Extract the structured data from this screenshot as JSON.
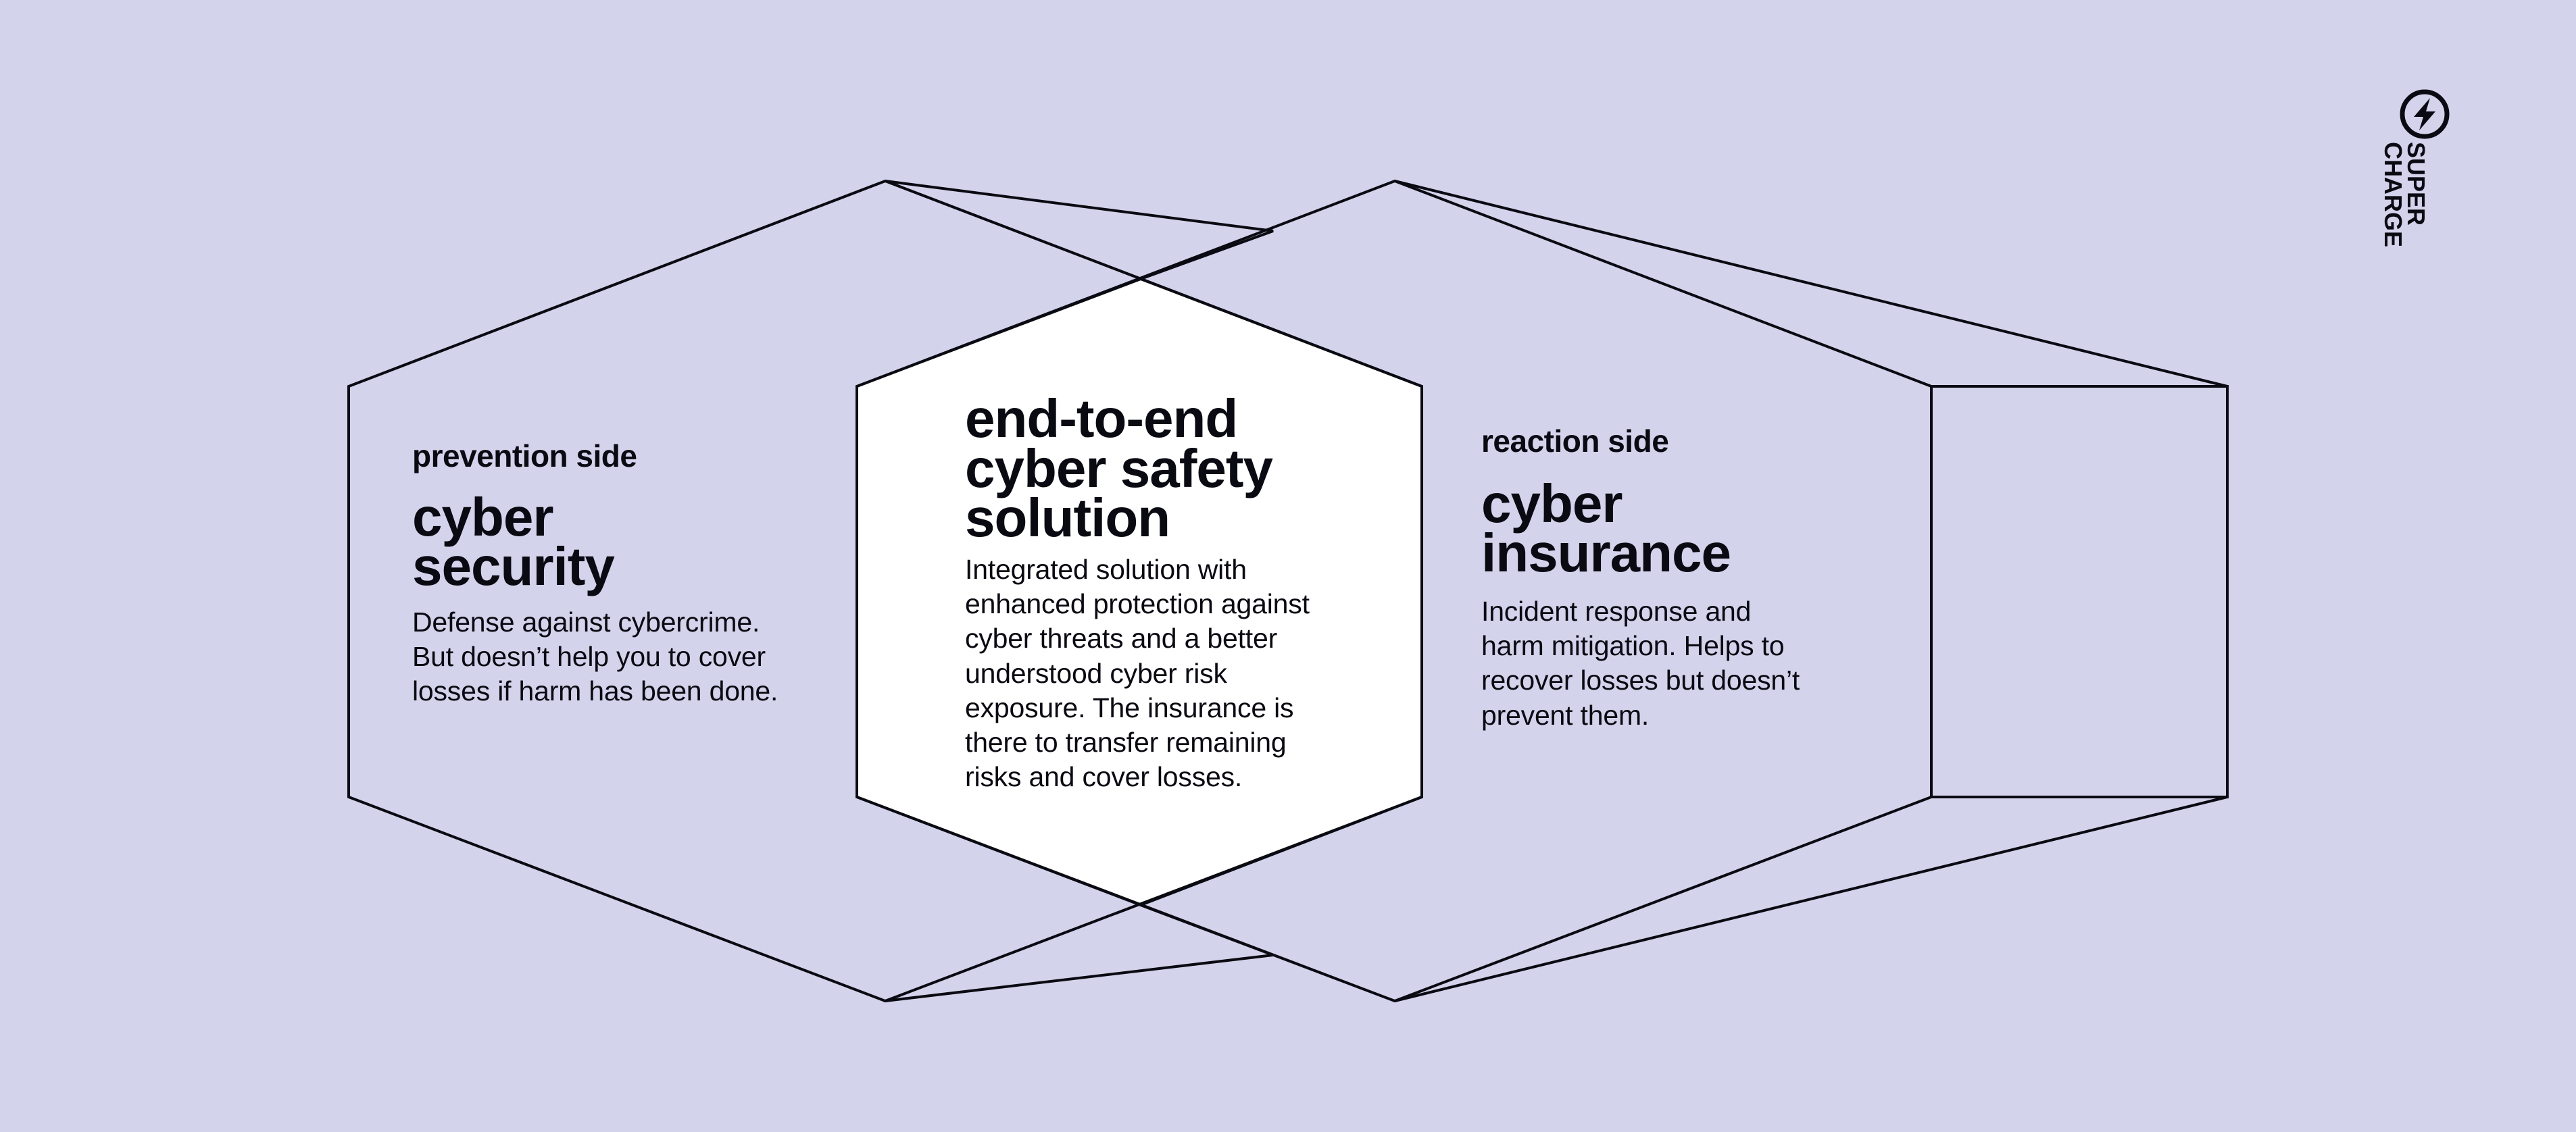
{
  "colors": {
    "background": "#d3d3ec",
    "ink": "#0a0a12",
    "center_fill": "#ffffff"
  },
  "brand": {
    "icon": "lightning-circle-icon",
    "line1": "SUPER",
    "line2": "CHARGE"
  },
  "prevention": {
    "kicker": "prevention side",
    "heading_line1": "cyber",
    "heading_line2": "security",
    "body": [
      "Defense against cybercrime.",
      "But doesn’t help you to cover",
      "losses if harm has been done."
    ]
  },
  "solution": {
    "heading_line1": "end-to-end",
    "heading_line2": "cyber safety",
    "heading_line3": "solution",
    "body": [
      "Integrated solution with",
      "enhanced protection against",
      "cyber threats and a better",
      "understood cyber risk",
      "exposure. The insurance is",
      "there to transfer remaining",
      "risks and cover losses."
    ]
  },
  "reaction": {
    "kicker": "reaction side",
    "heading_line1": "cyber",
    "heading_line2": "insurance",
    "body": [
      "Incident response and",
      "harm mitigation. Helps to",
      "recover losses but doesn’t",
      "prevent them."
    ]
  }
}
